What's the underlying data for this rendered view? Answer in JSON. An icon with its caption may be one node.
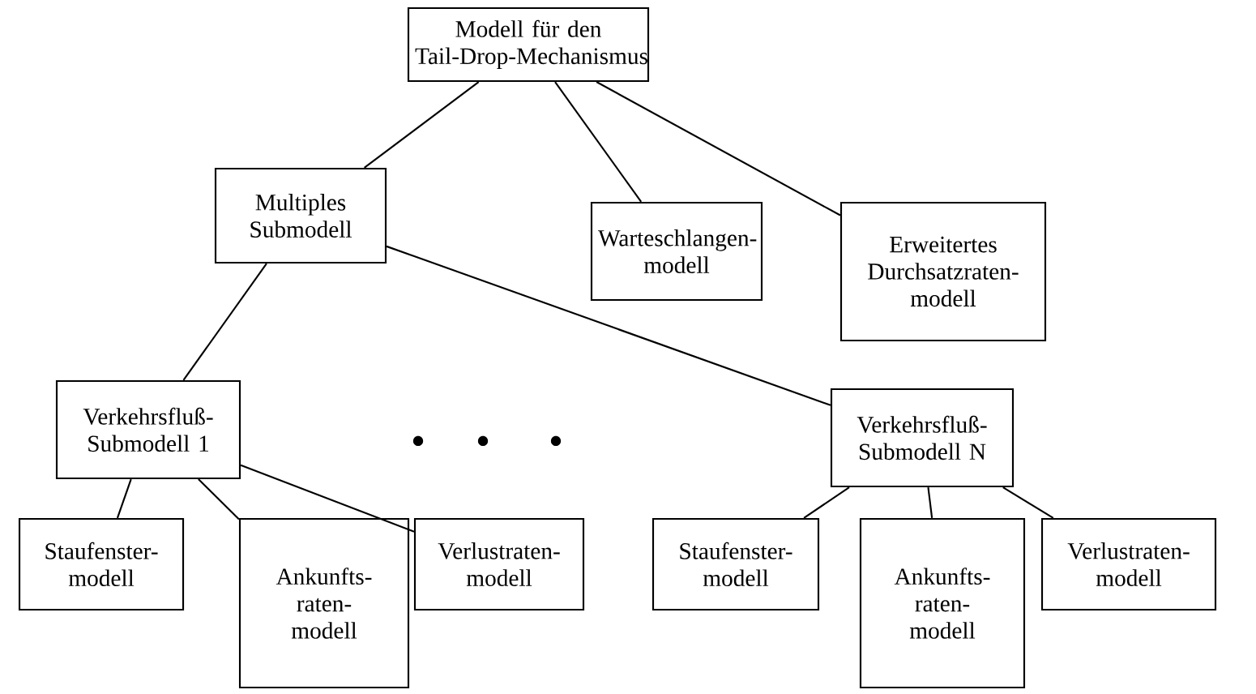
{
  "diagram": {
    "nodes": [
      {
        "text": [
          "Modell für den Tail-Drop-Mechanismus"
        ]
      },
      {
        "text": [
          "Multiples Submodell"
        ]
      },
      {
        "text": [
          "Warteschlangen- modell"
        ]
      },
      {
        "text": [
          "Erweitertes Durchsatzraten- modell"
        ]
      },
      {
        "text": [
          "Verkehrsfluß- Submodell 1"
        ]
      },
      {
        "text": [
          "Verkehrsfluß- Submodell N"
        ]
      },
      {
        "text": [
          "Staufenster- modell"
        ]
      },
      {
        "text": [
          "Ankunfts- raten- modell"
        ]
      },
      {
        "text": [
          "Verlustraten- modell"
        ]
      },
      {
        "text": [
          "Staufenster- modell"
        ]
      },
      {
        "text": [
          "Ankunfts- raten- modell"
        ]
      },
      {
        "text": [
          "Verlustraten- modell"
        ]
      }
    ],
    "edges": [
      {
        "from": 0,
        "to": 1,
        "arrow": "none"
      },
      {
        "from": 0,
        "to": 2,
        "arrow": "none"
      },
      {
        "from": 0,
        "to": 3,
        "arrow": "none"
      },
      {
        "from": 1,
        "to": 4,
        "arrow": "none"
      },
      {
        "from": 1,
        "to": 5,
        "arrow": "none"
      },
      {
        "from": 4,
        "to": 6,
        "arrow": "none"
      },
      {
        "from": 4,
        "to": 7,
        "arrow": "none"
      },
      {
        "from": 4,
        "to": 8,
        "arrow": "none"
      },
      {
        "from": 5,
        "to": 9,
        "arrow": "none"
      },
      {
        "from": 5,
        "to": 10,
        "arrow": "none"
      },
      {
        "from": 5,
        "to": 11,
        "arrow": "none"
      }
    ]
  }
}
